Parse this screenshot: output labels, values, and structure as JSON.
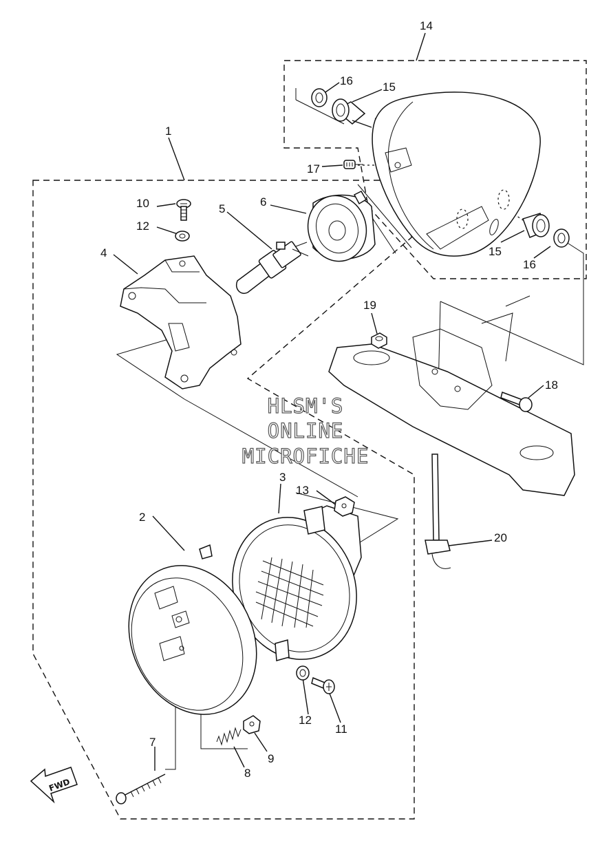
{
  "callouts": {
    "c1": "1",
    "c2": "2",
    "c3": "3",
    "c4": "4",
    "c5": "5",
    "c6": "6",
    "c7": "7",
    "c8": "8",
    "c9": "9",
    "c10": "10",
    "c11": "11",
    "c12a": "12",
    "c12b": "12",
    "c13": "13",
    "c14": "14",
    "c15a": "15",
    "c15b": "15",
    "c16a": "16",
    "c16b": "16",
    "c17": "17",
    "c18": "18",
    "c19": "19",
    "c20": "20"
  },
  "watermark": {
    "line1": "HLSM'S",
    "line2": "ONLINE",
    "line3": "MICROFICHE"
  },
  "fwd_label": "FWD"
}
